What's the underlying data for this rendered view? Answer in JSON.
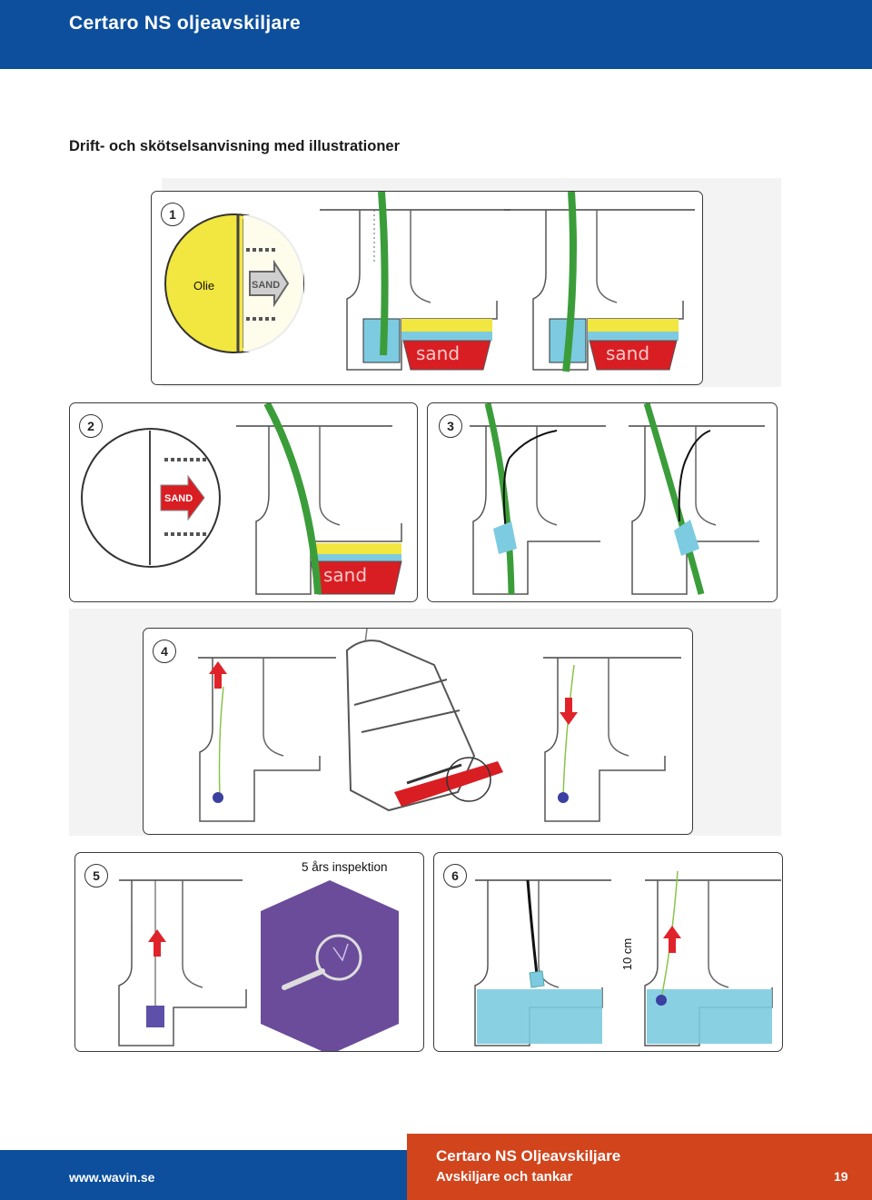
{
  "header": {
    "title": "Certaro NS oljeavskiljare"
  },
  "subtitle": "Drift- och skötselsanvisning med illustrationer",
  "panels": {
    "p1": {
      "number": "1",
      "oil_label": "Olie",
      "sign_text": "SAND",
      "sand_text": "sand"
    },
    "p2": {
      "number": "2",
      "sign_text": "SAND",
      "sand_text": "sand"
    },
    "p3": {
      "number": "3"
    },
    "p4": {
      "number": "4"
    },
    "p5": {
      "number": "5",
      "caption": "5 års inspektion"
    },
    "p6": {
      "number": "6",
      "depth_label": "10 cm"
    }
  },
  "colors": {
    "brand_blue": "#0d4f9c",
    "brand_orange": "#d1441c",
    "oil_yellow": "#f2e640",
    "water_blue": "#7dcbe0",
    "sand_red": "#d81e23",
    "hose_green": "#3b9d3a",
    "arrow_red": "#e0232a",
    "inspection_purple": "#6b4c9a"
  },
  "footer": {
    "url": "www.wavin.se",
    "title": "Certaro NS Oljeavskiljare",
    "subtitle": "Avskiljare och tankar",
    "page": "19"
  }
}
